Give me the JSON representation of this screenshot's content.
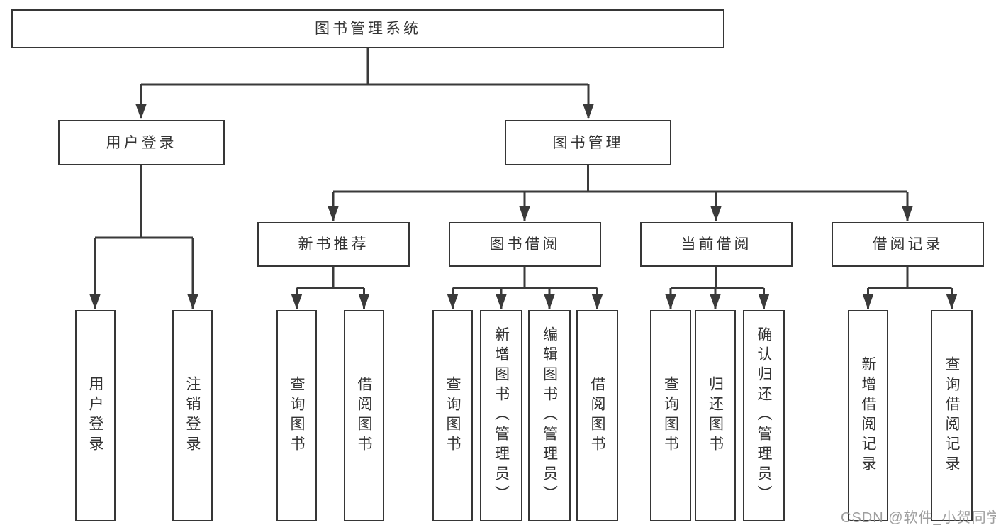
{
  "diagram": {
    "tree": {
      "label": "图书管理系统",
      "children": [
        {
          "label": "用户登录",
          "children": [
            {
              "label": "用户登录"
            },
            {
              "label": "注销登录"
            }
          ]
        },
        {
          "label": "图书管理",
          "children": [
            {
              "label": "新书推荐",
              "children": [
                {
                  "label": "查询图书"
                },
                {
                  "label": "借阅图书"
                }
              ]
            },
            {
              "label": "图书借阅",
              "children": [
                {
                  "label": "查询图书"
                },
                {
                  "label": "新增图书（管理员）"
                },
                {
                  "label": "编辑图书（管理员）"
                },
                {
                  "label": "借阅图书"
                }
              ]
            },
            {
              "label": "当前借阅",
              "children": [
                {
                  "label": "查询图书"
                },
                {
                  "label": "归还图书"
                },
                {
                  "label": "确认归还（管理员）"
                }
              ]
            },
            {
              "label": "借阅记录",
              "children": [
                {
                  "label": "新增借阅记录"
                },
                {
                  "label": "查询借阅记录"
                }
              ]
            }
          ]
        }
      ]
    },
    "watermark": "CSDN @软件_小贺同学",
    "colors": {
      "line": "#3a3a3a",
      "border": "#363636",
      "text": "#333333",
      "background": "#ffffff",
      "watermark": "#949494"
    }
  }
}
